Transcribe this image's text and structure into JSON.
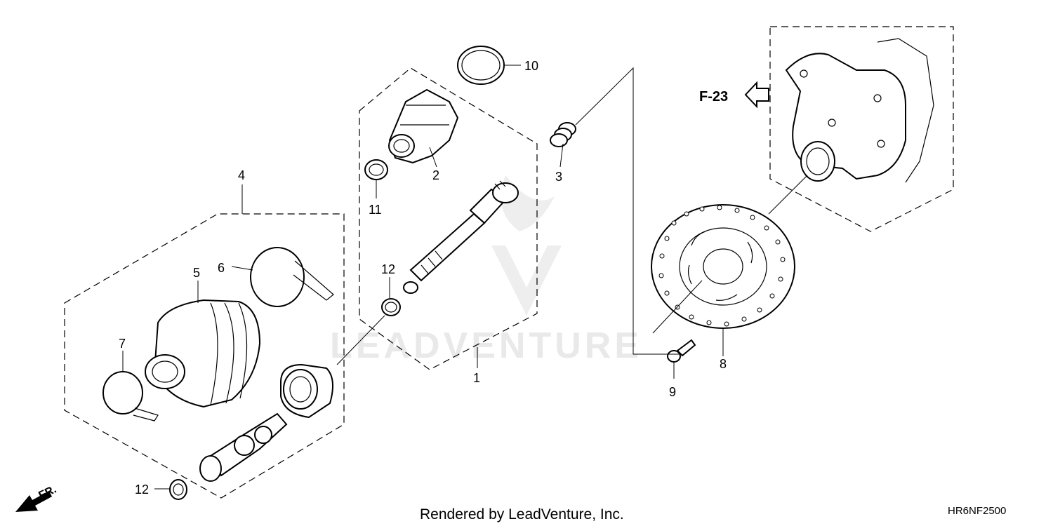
{
  "callouts": {
    "c1": "1",
    "c2": "2",
    "c3": "3",
    "c4": "4",
    "c5": "5",
    "c6": "6",
    "c7": "7",
    "c8": "8",
    "c9": "9",
    "c10": "10",
    "c11": "11",
    "c12a": "12",
    "c12b": "12"
  },
  "reference_label": "F-23",
  "front_indicator": "FR.",
  "watermark": "LEADVENTURE",
  "footer_text": "Rendered by LeadVenture, Inc.",
  "diagram_code": "HR6NF2500",
  "colors": {
    "line": "#000000",
    "background": "#ffffff",
    "watermark": "#e9e9e9"
  }
}
